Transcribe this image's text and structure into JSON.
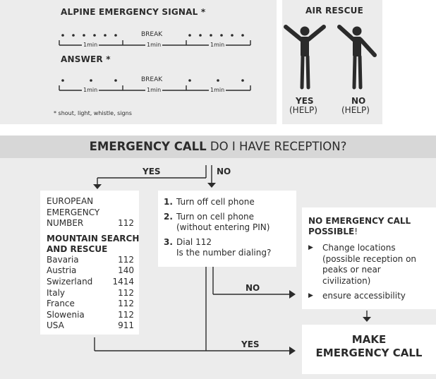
{
  "signal": {
    "title": "ALPINE EMERGENCY SIGNAL *",
    "answer_title": "ANSWER *",
    "break_label": "BREAK",
    "minute_label": "1min",
    "footnote": "* shout, light, whistle, signs"
  },
  "air_rescue": {
    "title": "AIR RESCUE",
    "yes_label": "YES",
    "yes_sub": "(HELP)",
    "no_label": "NO",
    "no_sub": "(HELP)"
  },
  "header": {
    "bold": "EMERGENCY CALL",
    "light": "DO I HAVE RECEPTION?"
  },
  "flow": {
    "yes": "YES",
    "no": "NO",
    "no2": "NO",
    "yes2": "YES"
  },
  "numbers": {
    "eu_line1": "EUROPEAN",
    "eu_line2": "EMERGENCY",
    "eu_line3": "NUMBER",
    "eu_number": "112",
    "mountain_title_1": "MOUNTAIN SEARCH",
    "mountain_title_2": "AND RESCUE",
    "countries": [
      {
        "name": "Bavaria",
        "number": "112"
      },
      {
        "name": "Austria",
        "number": "140"
      },
      {
        "name": "Swizerland",
        "number": "1414"
      },
      {
        "name": "Italy",
        "number": "112"
      },
      {
        "name": "France",
        "number": "112"
      },
      {
        "name": "Slowenia",
        "number": "112"
      },
      {
        "name": "USA",
        "number": "911"
      }
    ]
  },
  "steps": [
    {
      "n": "1.",
      "line1": "Turn off cell phone",
      "line2": ""
    },
    {
      "n": "2.",
      "line1": "Turn on cell phone",
      "line2": "(without entering PIN)"
    },
    {
      "n": "3.",
      "line1": "Dial 112",
      "line2": "Is the number dialing?"
    }
  ],
  "no_call": {
    "title_1": "NO EMERGENCY CALL",
    "title_2": "POSSIBLE",
    "excl": "!",
    "bullets": [
      {
        "l1": "Change locations",
        "l2": "(possible reception on",
        "l3": "peaks or near",
        "l4": "civilization)"
      },
      {
        "l1": "ensure accessibility"
      }
    ]
  },
  "make_call": {
    "line1": "MAKE",
    "line2": "EMERGENCY CALL"
  },
  "colors": {
    "panel": "#ececec",
    "header": "#d7d7d7",
    "text": "#2b2b2b"
  }
}
